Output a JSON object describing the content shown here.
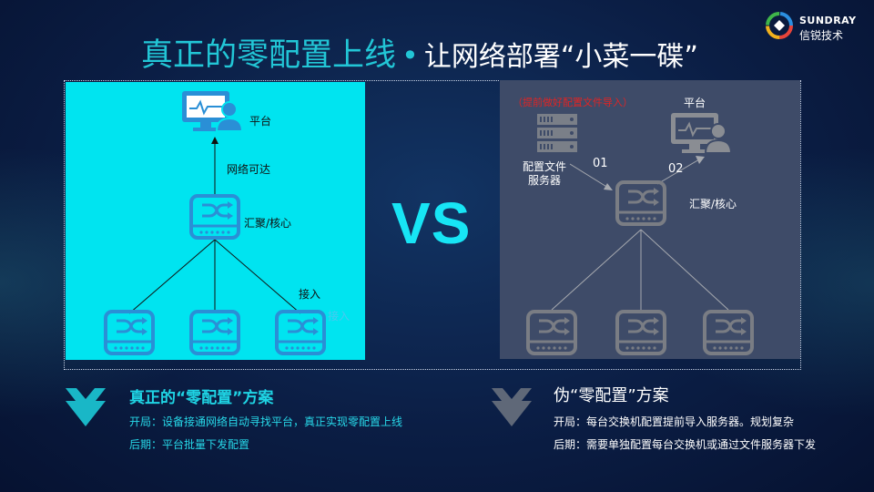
{
  "title": {
    "main": "真正的零配置上线",
    "separator": "•",
    "sub": "让网络部署“小菜一碟”"
  },
  "logo": {
    "brand": "SUNDRAY",
    "name": "信锐技术"
  },
  "left_diagram": {
    "platform_label": "平台",
    "arrow_label": "网络可达",
    "core_label": "汇聚/核心",
    "access_label": "接入",
    "access_label_faint": "接入"
  },
  "vs": "VS",
  "right_diagram": {
    "note": "（提前做好配置文件导入）",
    "platform_label": "平台",
    "server_label_1": "配置文件",
    "server_label_2": "服务器",
    "step_01": "01",
    "step_02": "02",
    "core_label": "汇聚/核心"
  },
  "left_section": {
    "heading": "真正的“零配置”方案",
    "line1": "开局：设备接通网络自动寻找平台，真正实现零配置上线",
    "line2": "后期：平台批量下发配置"
  },
  "right_section": {
    "heading": "伪“零配置”方案",
    "line1": "开局：每台交换机配置提前导入服务器。规划复杂",
    "line2": "后期：需要单独配置每台交换机或通过文件服务器下发"
  },
  "colors": {
    "accent_cyan": "#00e4f0",
    "title_cyan": "#22c6d6",
    "switch_blue": "#2a8fd6",
    "panel_grey": "#3e4b68",
    "note_red": "#e02424",
    "background": "#0b1e45"
  },
  "icons": {
    "platform": "monitor-with-user-icon",
    "switch": "network-switch-icon",
    "server": "server-rack-icon",
    "chevron": "chevron-down-icon"
  }
}
